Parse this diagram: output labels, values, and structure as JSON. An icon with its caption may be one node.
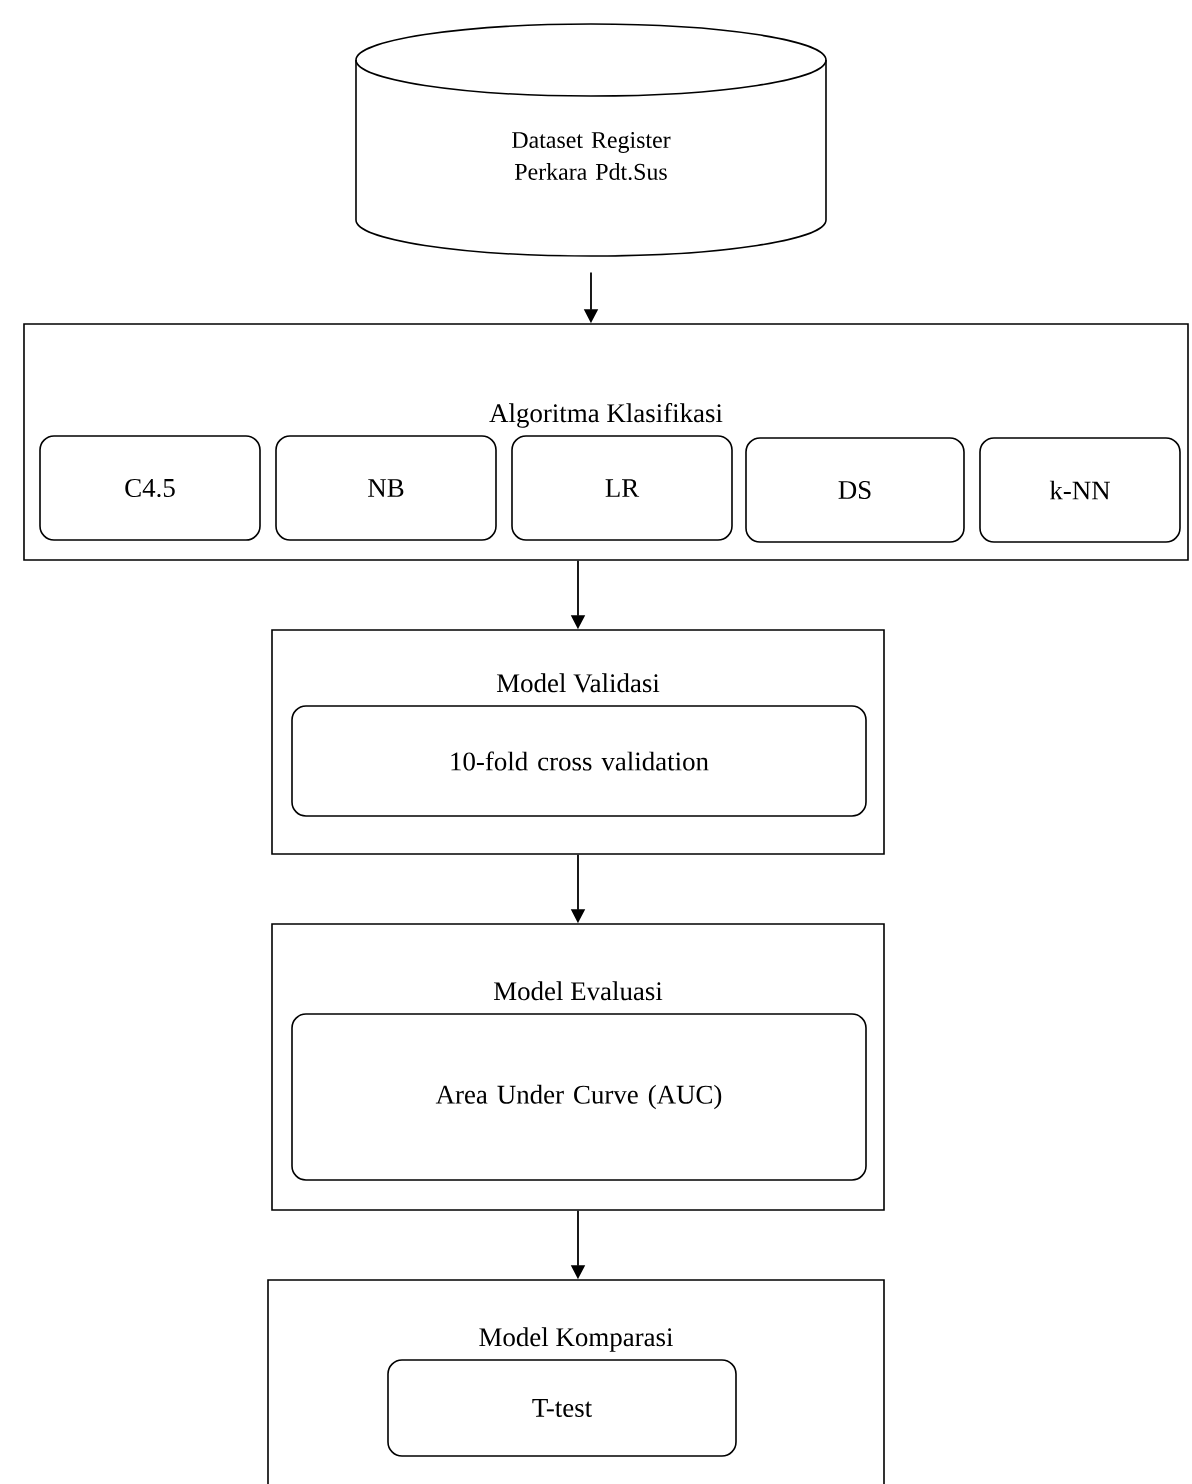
{
  "diagram": {
    "nodes": [
      {
        "text": [
          "Dataset Register Perkara Pdt.Sus"
        ]
      },
      {
        "text": [
          "Algoritma Klasifikasi"
        ]
      },
      {
        "text": [
          "C4.5"
        ],
        "in": 1
      },
      {
        "text": [
          "NB"
        ],
        "in": 1
      },
      {
        "text": [
          "LR"
        ],
        "in": 1
      },
      {
        "text": [
          "DS"
        ],
        "in": 1
      },
      {
        "text": [
          "k-NN"
        ],
        "in": 1
      },
      {
        "text": [
          "Model Validasi"
        ]
      },
      {
        "text": [
          "10-fold cross validation"
        ],
        "in": 7
      },
      {
        "text": [
          "Model Evaluasi"
        ]
      },
      {
        "text": [
          "Area Under Curve (AUC)"
        ],
        "in": 9
      },
      {
        "text": [
          "Model Komparasi"
        ]
      },
      {
        "text": [
          "T-test"
        ],
        "in": 11
      }
    ],
    "edges": [
      {
        "from": 0,
        "to": 1,
        "arrow": "to"
      },
      {
        "from": 1,
        "to": 7,
        "arrow": "to"
      },
      {
        "from": 7,
        "to": 9,
        "arrow": "to"
      },
      {
        "from": 9,
        "to": 11,
        "arrow": "to"
      }
    ]
  }
}
